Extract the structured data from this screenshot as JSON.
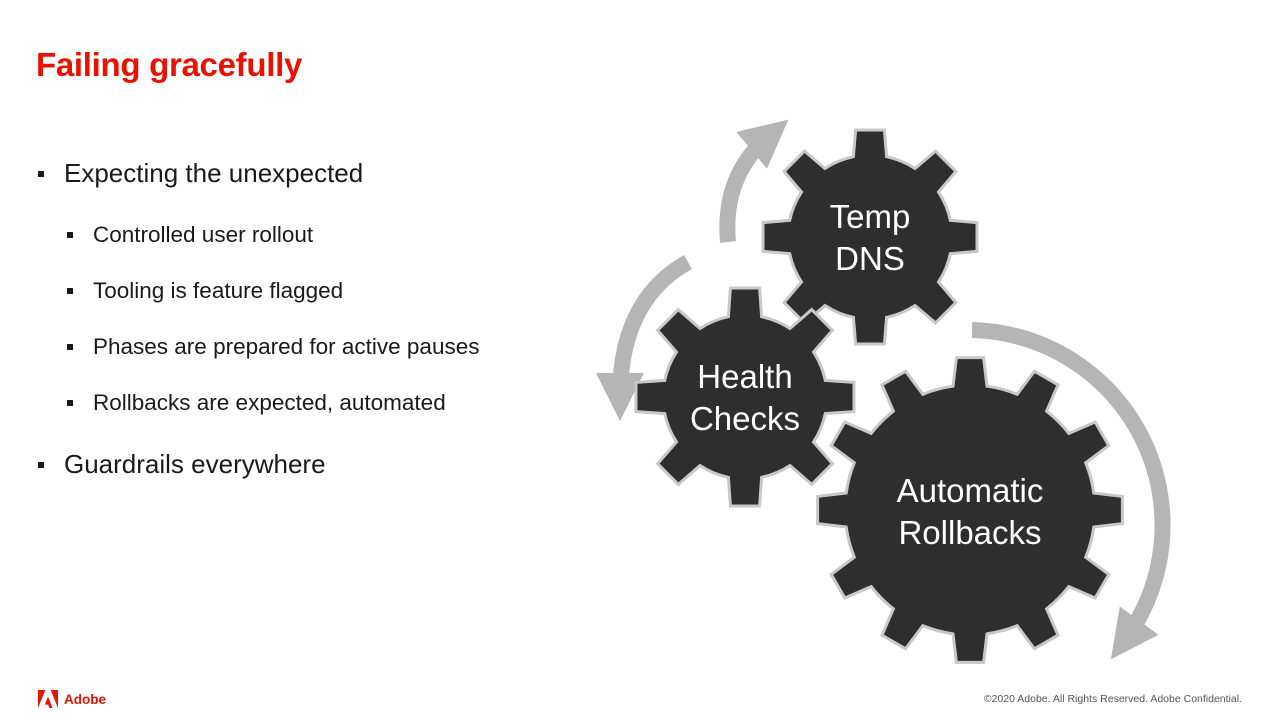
{
  "slide": {
    "title": "Failing gracefully",
    "bullets": {
      "b1": "Expecting the unexpected",
      "b1_sub": [
        "Controlled user rollout",
        "Tooling is feature flagged",
        "Phases are prepared for active pauses",
        "Rollbacks are expected, automated"
      ],
      "b2": "Guardrails everywhere"
    }
  },
  "diagram": {
    "gears": [
      {
        "line1": "Temp",
        "line2": "DNS"
      },
      {
        "line1": "Health",
        "line2": "Checks"
      },
      {
        "line1": "Automatic",
        "line2": "Rollbacks"
      }
    ]
  },
  "colors": {
    "accent": "#eb1000",
    "gear_fill": "#2e2e2e",
    "gear_edge": "#c8c8c8",
    "arrow": "#b5b5b5"
  },
  "footer": {
    "brand": "Adobe",
    "copyright": "©2020 Adobe. All Rights Reserved. Adobe Confidential."
  }
}
